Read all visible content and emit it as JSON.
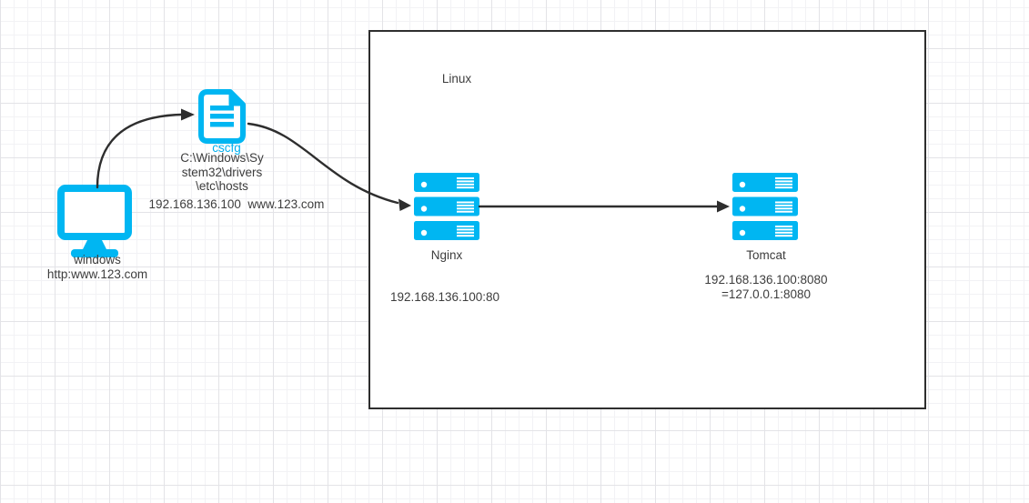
{
  "colors": {
    "accent": "#00b6f2",
    "connector": "#2e2e2e",
    "text": "#3d3d3d"
  },
  "icons": {
    "windows_client": "monitor-icon",
    "hosts_file": "document-file-icon",
    "nginx": "server-stack-icon",
    "tomcat": "server-stack-icon"
  },
  "windows_client": {
    "label": "windows",
    "url": "http:www.123.com"
  },
  "hosts_file": {
    "label": "cscfg",
    "path_lines": [
      "C:\\Windows\\Sy",
      "stem32\\drivers",
      "\\etc\\hosts"
    ],
    "mapping": "192.168.136.100  www.123.com"
  },
  "linux_box": {
    "label": "Linux",
    "nginx": {
      "label": "Nginx",
      "address": "192.168.136.100:80"
    },
    "tomcat": {
      "label": "Tomcat",
      "address_lines": [
        "192.168.136.100:8080",
        "=127.0.0.1:8080"
      ]
    }
  }
}
